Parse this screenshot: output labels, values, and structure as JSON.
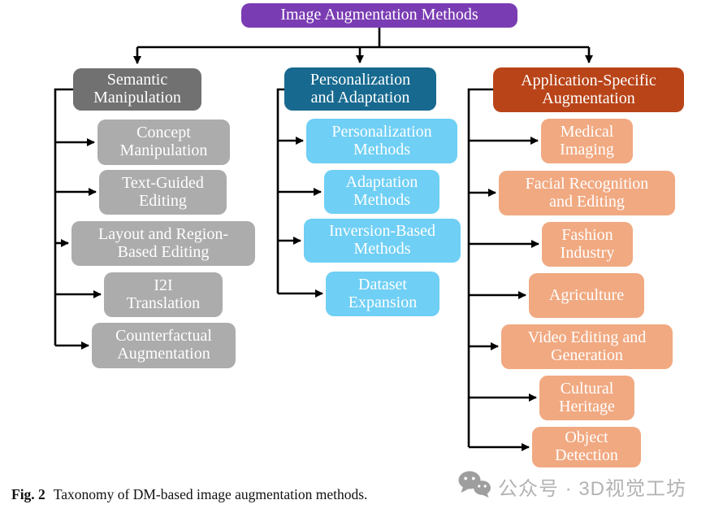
{
  "figure": {
    "root": {
      "label": "Image Augmentation Methods"
    },
    "columns": [
      {
        "header": "Semantic\nManipulation",
        "children": [
          "Concept\nManipulation",
          "Text-Guided\nEditing",
          "Layout and Region-\nBased Editing",
          "I2I\nTranslation",
          "Counterfactual\nAugmentation"
        ]
      },
      {
        "header": "Personalization\nand Adaptation",
        "children": [
          "Personalization\nMethods",
          "Adaptation\nMethods",
          "Inversion-Based\nMethods",
          "Dataset\nExpansion"
        ]
      },
      {
        "header": "Application-Specific\nAugmentation",
        "children": [
          "Medical\nImaging",
          "Facial Recognition\nand Editing",
          "Fashion\nIndustry",
          "Agriculture",
          "Video Editing and\nGeneration",
          "Cultural\nHeritage",
          "Object\nDetection"
        ]
      }
    ]
  },
  "caption": {
    "label": "Fig. 2",
    "text": "Taxonomy of DM-based image augmentation methods."
  },
  "watermark": {
    "icon": "wechat-icon",
    "text": "公众号 · 3D视觉工坊"
  },
  "colors": {
    "root-bg": "#7a3cb3",
    "col1-header-bg": "#717171",
    "col1-child-bg": "#acacac",
    "col2-header-bg": "#17698f",
    "col2-child-bg": "#6fcff5",
    "col3-header-bg": "#b94418",
    "col3-child-bg": "#f1a981",
    "line": "#000000",
    "text": "#ffffff",
    "watermark": "#b3b3b3"
  }
}
